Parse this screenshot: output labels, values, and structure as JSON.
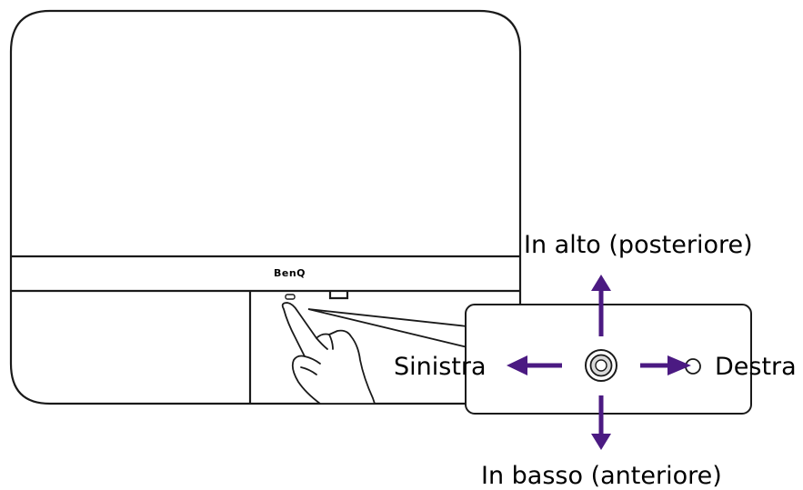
{
  "brand": {
    "logo_text": "BenQ"
  },
  "labels": {
    "up": "In alto (posteriore)",
    "down": "In basso (anteriore)",
    "left": "Sinistra",
    "right": "Destra"
  },
  "colors": {
    "arrow": "#4b1a82",
    "outline": "#1a1a1a",
    "background": "#ffffff"
  },
  "icons": {
    "control_key": "5-way-joystick-icon",
    "hand": "pointing-hand-icon"
  }
}
